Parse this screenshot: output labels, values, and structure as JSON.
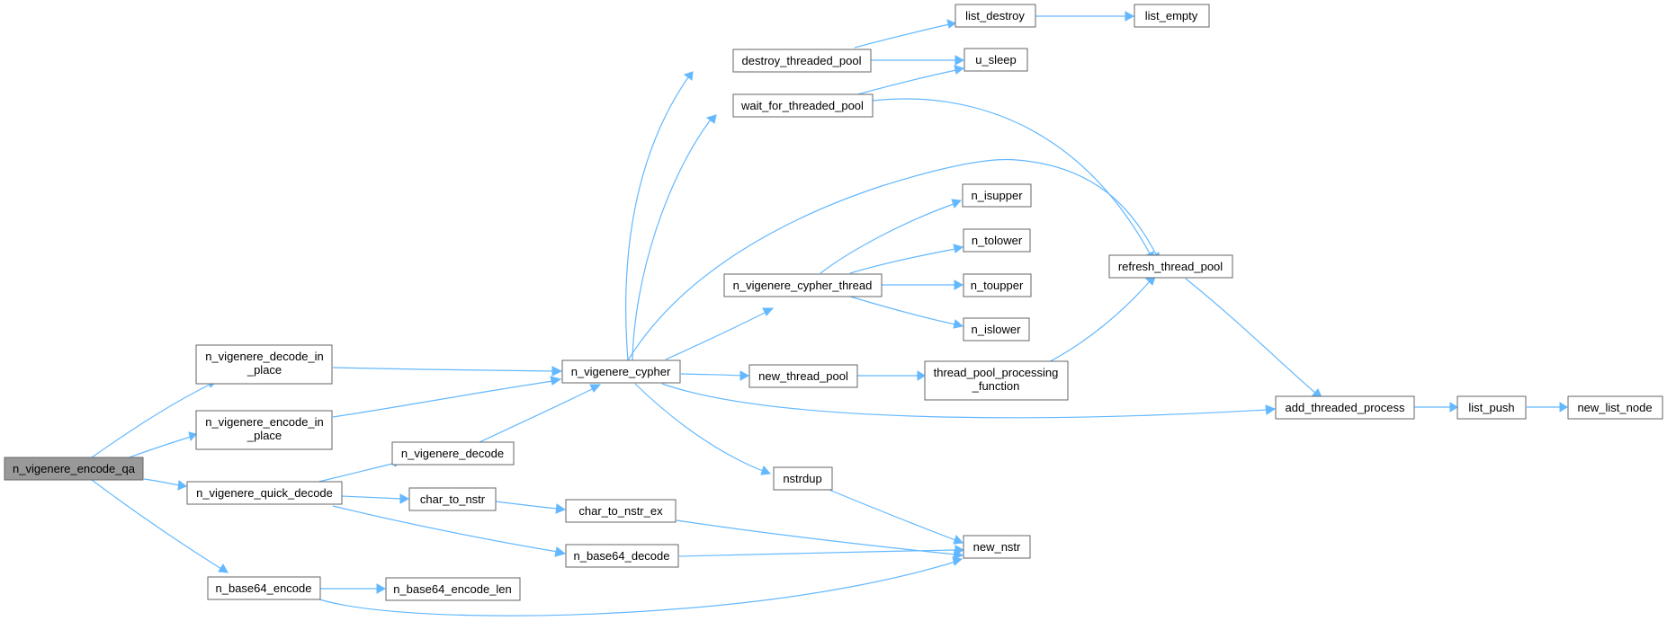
{
  "nodes": [
    {
      "id": "n_vigenere_encode_qa",
      "lines": [
        "n_vigenere_encode_qa"
      ],
      "root": true
    },
    {
      "id": "n_vigenere_decode_in_place",
      "lines": [
        "n_vigenere_decode_in",
        "_place"
      ]
    },
    {
      "id": "n_vigenere_encode_in_place",
      "lines": [
        "n_vigenere_encode_in",
        "_place"
      ]
    },
    {
      "id": "n_vigenere_quick_decode",
      "lines": [
        "n_vigenere_quick_decode"
      ]
    },
    {
      "id": "n_base64_encode",
      "lines": [
        "n_base64_encode"
      ]
    },
    {
      "id": "n_vigenere_decode",
      "lines": [
        "n_vigenere_decode"
      ]
    },
    {
      "id": "char_to_nstr",
      "lines": [
        "char_to_nstr"
      ]
    },
    {
      "id": "n_base64_encode_len",
      "lines": [
        "n_base64_encode_len"
      ]
    },
    {
      "id": "n_vigenere_cypher",
      "lines": [
        "n_vigenere_cypher"
      ]
    },
    {
      "id": "char_to_nstr_ex",
      "lines": [
        "char_to_nstr_ex"
      ]
    },
    {
      "id": "n_base64_decode",
      "lines": [
        "n_base64_decode"
      ]
    },
    {
      "id": "destroy_threaded_pool",
      "lines": [
        "destroy_threaded_pool"
      ]
    },
    {
      "id": "wait_for_threaded_pool",
      "lines": [
        "wait_for_threaded_pool"
      ]
    },
    {
      "id": "n_vigenere_cypher_thread",
      "lines": [
        "n_vigenere_cypher_thread"
      ]
    },
    {
      "id": "new_thread_pool",
      "lines": [
        "new_thread_pool"
      ]
    },
    {
      "id": "nstrdup",
      "lines": [
        "nstrdup"
      ]
    },
    {
      "id": "thread_pool_processing_function",
      "lines": [
        "thread_pool_processing",
        "_function"
      ]
    },
    {
      "id": "list_destroy",
      "lines": [
        "list_destroy"
      ]
    },
    {
      "id": "u_sleep",
      "lines": [
        "u_sleep"
      ]
    },
    {
      "id": "n_isupper",
      "lines": [
        "n_isupper"
      ]
    },
    {
      "id": "n_tolower",
      "lines": [
        "n_tolower"
      ]
    },
    {
      "id": "n_toupper",
      "lines": [
        "n_toupper"
      ]
    },
    {
      "id": "n_islower",
      "lines": [
        "n_islower"
      ]
    },
    {
      "id": "new_nstr",
      "lines": [
        "new_nstr"
      ]
    },
    {
      "id": "refresh_thread_pool",
      "lines": [
        "refresh_thread_pool"
      ]
    },
    {
      "id": "list_empty",
      "lines": [
        "list_empty"
      ]
    },
    {
      "id": "add_threaded_process",
      "lines": [
        "add_threaded_process"
      ]
    },
    {
      "id": "list_push",
      "lines": [
        "list_push"
      ]
    },
    {
      "id": "new_list_node",
      "lines": [
        "new_list_node"
      ]
    }
  ],
  "edges": [
    [
      "n_vigenere_encode_qa",
      "n_vigenere_decode_in_place"
    ],
    [
      "n_vigenere_encode_qa",
      "n_vigenere_encode_in_place"
    ],
    [
      "n_vigenere_encode_qa",
      "n_vigenere_quick_decode"
    ],
    [
      "n_vigenere_encode_qa",
      "n_base64_encode"
    ],
    [
      "n_vigenere_decode_in_place",
      "n_vigenere_cypher"
    ],
    [
      "n_vigenere_encode_in_place",
      "n_vigenere_cypher"
    ],
    [
      "n_vigenere_quick_decode",
      "n_vigenere_decode"
    ],
    [
      "n_vigenere_quick_decode",
      "char_to_nstr"
    ],
    [
      "n_vigenere_quick_decode",
      "n_base64_decode"
    ],
    [
      "n_vigenere_decode",
      "n_vigenere_cypher"
    ],
    [
      "char_to_nstr",
      "char_to_nstr_ex"
    ],
    [
      "char_to_nstr_ex",
      "new_nstr"
    ],
    [
      "n_base64_decode",
      "new_nstr"
    ],
    [
      "n_base64_encode",
      "n_base64_encode_len"
    ],
    [
      "n_base64_encode",
      "new_nstr"
    ],
    [
      "n_vigenere_cypher",
      "destroy_threaded_pool"
    ],
    [
      "n_vigenere_cypher",
      "wait_for_threaded_pool"
    ],
    [
      "n_vigenere_cypher",
      "refresh_thread_pool"
    ],
    [
      "n_vigenere_cypher",
      "n_vigenere_cypher_thread"
    ],
    [
      "n_vigenere_cypher",
      "new_thread_pool"
    ],
    [
      "n_vigenere_cypher",
      "add_threaded_process"
    ],
    [
      "n_vigenere_cypher",
      "nstrdup"
    ],
    [
      "destroy_threaded_pool",
      "list_destroy"
    ],
    [
      "destroy_threaded_pool",
      "u_sleep"
    ],
    [
      "wait_for_threaded_pool",
      "u_sleep"
    ],
    [
      "wait_for_threaded_pool",
      "refresh_thread_pool"
    ],
    [
      "list_destroy",
      "list_empty"
    ],
    [
      "n_vigenere_cypher_thread",
      "n_isupper"
    ],
    [
      "n_vigenere_cypher_thread",
      "n_tolower"
    ],
    [
      "n_vigenere_cypher_thread",
      "n_toupper"
    ],
    [
      "n_vigenere_cypher_thread",
      "n_islower"
    ],
    [
      "new_thread_pool",
      "thread_pool_processing_function"
    ],
    [
      "thread_pool_processing_function",
      "refresh_thread_pool"
    ],
    [
      "refresh_thread_pool",
      "add_threaded_process"
    ],
    [
      "add_threaded_process",
      "list_push"
    ],
    [
      "list_push",
      "new_list_node"
    ],
    [
      "nstrdup",
      "new_nstr"
    ]
  ]
}
